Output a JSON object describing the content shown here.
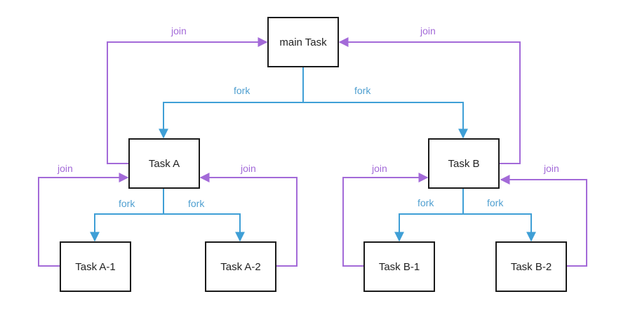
{
  "colors": {
    "fork": "#3f9fd6",
    "join": "#a36ad8",
    "label_fork": "#4f9fd0",
    "label_join": "#a36ad8",
    "box_border": "#1a1a1a"
  },
  "nodes": {
    "main": "main Task",
    "a": "Task A",
    "b": "Task B",
    "a1": "Task A-1",
    "a2": "Task A-2",
    "b1": "Task B-1",
    "b2": "Task B-2"
  },
  "edge_labels": {
    "fork": "fork",
    "join": "join"
  }
}
